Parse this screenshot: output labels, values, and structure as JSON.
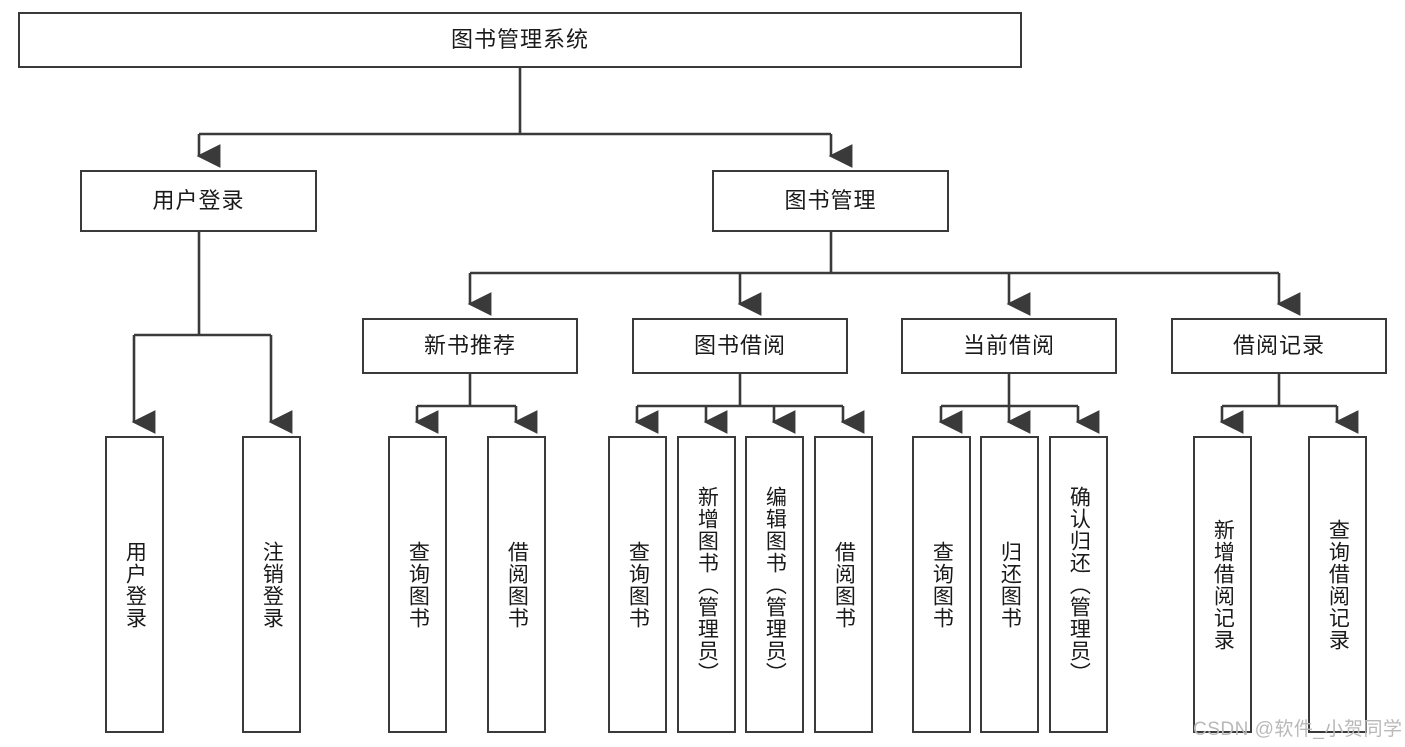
{
  "diagram": {
    "title": "图书管理系统",
    "watermark": "CSDN @软件_小贺同学",
    "colors": {
      "stroke": "#3a3a3a",
      "background": "#ffffff",
      "text": "#1a1a1a",
      "watermark": "#b9b9b9"
    },
    "levels": {
      "root": {
        "label": "图书管理系统"
      },
      "level2": [
        {
          "label": "用户登录"
        },
        {
          "label": "图书管理"
        }
      ],
      "level3": [
        {
          "label": "新书推荐"
        },
        {
          "label": "图书借阅"
        },
        {
          "label": "当前借阅"
        },
        {
          "label": "借阅记录"
        }
      ],
      "leaves": {
        "user_login": [
          {
            "label": "用户登录"
          },
          {
            "label": "注销登录"
          }
        ],
        "new_book": [
          {
            "label": "查询图书"
          },
          {
            "label": "借阅图书"
          }
        ],
        "book_borrow": [
          {
            "label": "查询图书"
          },
          {
            "label": "新增图书（管理员）"
          },
          {
            "label": "编辑图书（管理员）"
          },
          {
            "label": "借阅图书"
          }
        ],
        "current_borrow": [
          {
            "label": "查询图书"
          },
          {
            "label": "归还图书"
          },
          {
            "label": "确认归还（管理员）"
          }
        ],
        "borrow_record": [
          {
            "label": "新增借阅记录"
          },
          {
            "label": "查询借阅记录"
          }
        ]
      }
    }
  }
}
